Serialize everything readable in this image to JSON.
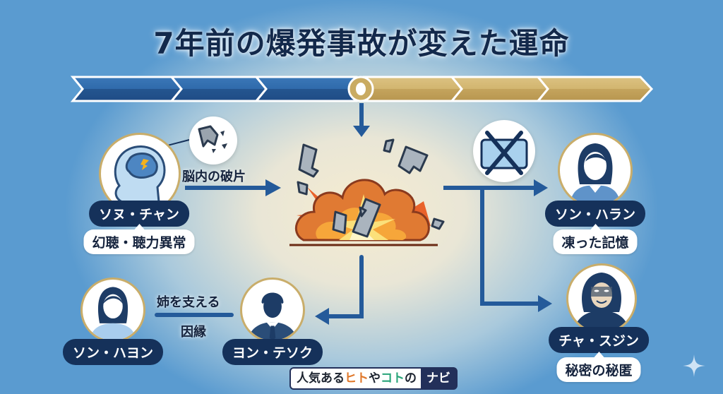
{
  "title": "7年前の爆発事故が変えた運命",
  "timeline": {
    "past_segments": 3,
    "future_segments": 3,
    "colors": {
      "past": "#2a5f9e",
      "future": "#c9ab62",
      "outline": "#ffffff"
    }
  },
  "characters": {
    "son_chan": {
      "name": "ソヌ・チャン",
      "note": "幻聴・聴力異常",
      "icon": "head-brain-shard-icon"
    },
    "son_haran": {
      "name": "ソン・ハラン",
      "note": "凍った記憶",
      "icon": "woman-avatar-icon"
    },
    "cha_sujin": {
      "name": "チャ・スジン",
      "note": "秘密の秘匿",
      "icon": "sinister-woman-avatar-icon"
    },
    "son_hayon": {
      "name": "ソン・ハヨン",
      "icon": "woman-avatar-icon"
    },
    "yon_tesok": {
      "name": "ヨン・テソク",
      "icon": "man-suit-avatar-icon"
    }
  },
  "labels": {
    "shard": "脳内の破片",
    "relation_top": "姉を支える",
    "relation_bottom": "因縁"
  },
  "icons": {
    "center": "explosion-icon",
    "shard": "metal-shard-icon",
    "frozen": "frozen-crossed-icon",
    "sparkle": "sparkle-icon"
  },
  "brand": {
    "part1": "人気ある",
    "part2": "ヒト",
    "part3": "や",
    "part4": "コト",
    "part5": "の",
    "part6": "ナビ",
    "colors": {
      "hito": "#e0782a",
      "koto": "#2aa57a",
      "navi_bg": "#23305a"
    }
  },
  "colors": {
    "navy": "#15315a",
    "arrow": "#245a9a",
    "gold": "#c9ad6a"
  }
}
